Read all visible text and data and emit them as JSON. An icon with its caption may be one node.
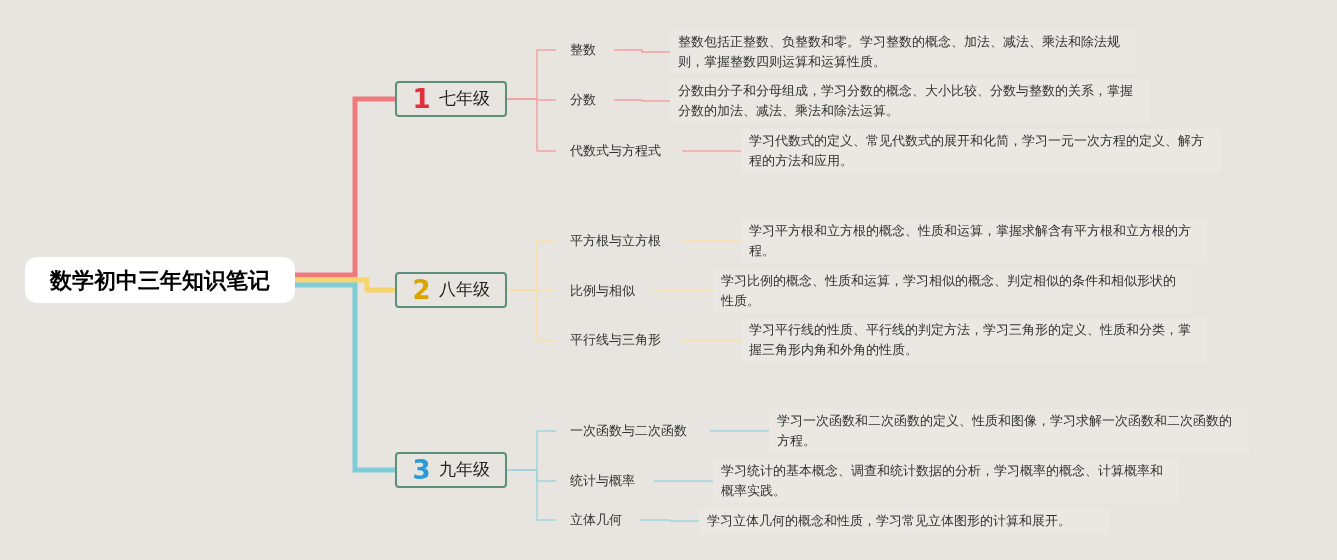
{
  "diagram": {
    "nodes": [
      {
        "text": [
          "数学初中三年知识笔记"
        ]
      },
      {
        "text": [
          "1",
          "七年级"
        ]
      },
      {
        "text": [
          "2",
          "八年级"
        ]
      },
      {
        "text": [
          "3",
          "九年级"
        ]
      },
      {
        "text": [
          "整数"
        ]
      },
      {
        "text": [
          "分数"
        ]
      },
      {
        "text": [
          "代数式与方程式"
        ]
      },
      {
        "text": [
          "平方根与立方根"
        ]
      },
      {
        "text": [
          "比例与相似"
        ]
      },
      {
        "text": [
          "平行线与三角形"
        ]
      },
      {
        "text": [
          "一次函数与二次函数"
        ]
      },
      {
        "text": [
          "统计与概率"
        ]
      },
      {
        "text": [
          "立体几何"
        ]
      },
      {
        "text": [
          "整数包括正整数、负整数和零。学习整数的概念、加法、减法、乘法和除法规则，掌握整数四则运算和运算性质。"
        ]
      },
      {
        "text": [
          "分数由分子和分母组成，学习分数的概念、大小比较、分数与整数的关系，掌握分数的加法、减法、乘法和除法运算。"
        ]
      },
      {
        "text": [
          "学习代数式的定义、常见代数式的展开和化简，学习一元一次方程的定义、解方程的方法和应用。"
        ]
      },
      {
        "text": [
          "学习平方根和立方根的概念、性质和运算，掌握求解含有平方根和立方根的方程。"
        ]
      },
      {
        "text": [
          "学习比例的概念、性质和运算，学习相似的概念、判定相似的条件和相似形状的性质。"
        ]
      },
      {
        "text": [
          "学习平行线的性质、平行线的判定方法，学习三角形的定义、性质和分类，掌握三角形内角和外角的性质。"
        ]
      },
      {
        "text": [
          "学习一次函数和二次函数的定义、性质和图像，学习求解一次函数和二次函数的方程。"
        ]
      },
      {
        "text": [
          "学习统计的基本概念、调查和统计数据的分析，学习概率的概念、计算概率和概率实践。"
        ]
      },
      {
        "text": [
          "学习立体几何的概念和性质，学习常见立体图形的计算和展开。"
        ]
      }
    ],
    "edges": [
      {
        "from": 0,
        "to": 1,
        "arrow": "none",
        "style": "thick",
        "color": "#ef7a7e"
      },
      {
        "from": 0,
        "to": 2,
        "arrow": "none",
        "style": "thick",
        "color": "#f7d56a"
      },
      {
        "from": 0,
        "to": 3,
        "arrow": "none",
        "style": "thick",
        "color": "#7fcbd6"
      },
      {
        "from": 1,
        "to": 4,
        "arrow": "none",
        "color": "#f4a3a3"
      },
      {
        "from": 1,
        "to": 5,
        "arrow": "none",
        "color": "#f4a3a3"
      },
      {
        "from": 1,
        "to": 6,
        "arrow": "none",
        "color": "#f4a3a3"
      },
      {
        "from": 2,
        "to": 7,
        "arrow": "none",
        "color": "#f8e0a8"
      },
      {
        "from": 2,
        "to": 8,
        "arrow": "none",
        "color": "#f8e0a8"
      },
      {
        "from": 2,
        "to": 9,
        "arrow": "none",
        "color": "#f8e0a8"
      },
      {
        "from": 3,
        "to": 10,
        "arrow": "none",
        "color": "#9fd6df"
      },
      {
        "from": 3,
        "to": 11,
        "arrow": "none",
        "color": "#9fd6df"
      },
      {
        "from": 3,
        "to": 12,
        "arrow": "none",
        "color": "#9fd6df"
      },
      {
        "from": 4,
        "to": 13,
        "arrow": "none",
        "color": "#f4a3a3"
      },
      {
        "from": 5,
        "to": 14,
        "arrow": "none",
        "color": "#f4a3a3"
      },
      {
        "from": 6,
        "to": 15,
        "arrow": "none",
        "color": "#f4a3a3"
      },
      {
        "from": 7,
        "to": 16,
        "arrow": "none",
        "color": "#f8e0a8"
      },
      {
        "from": 8,
        "to": 17,
        "arrow": "none",
        "color": "#f8e0a8"
      },
      {
        "from": 9,
        "to": 18,
        "arrow": "none",
        "color": "#f8e0a8"
      },
      {
        "from": 10,
        "to": 19,
        "arrow": "none",
        "color": "#9fd6df"
      },
      {
        "from": 11,
        "to": 20,
        "arrow": "none",
        "color": "#9fd6df"
      },
      {
        "from": 12,
        "to": 21,
        "arrow": "none",
        "color": "#9fd6df"
      }
    ]
  }
}
